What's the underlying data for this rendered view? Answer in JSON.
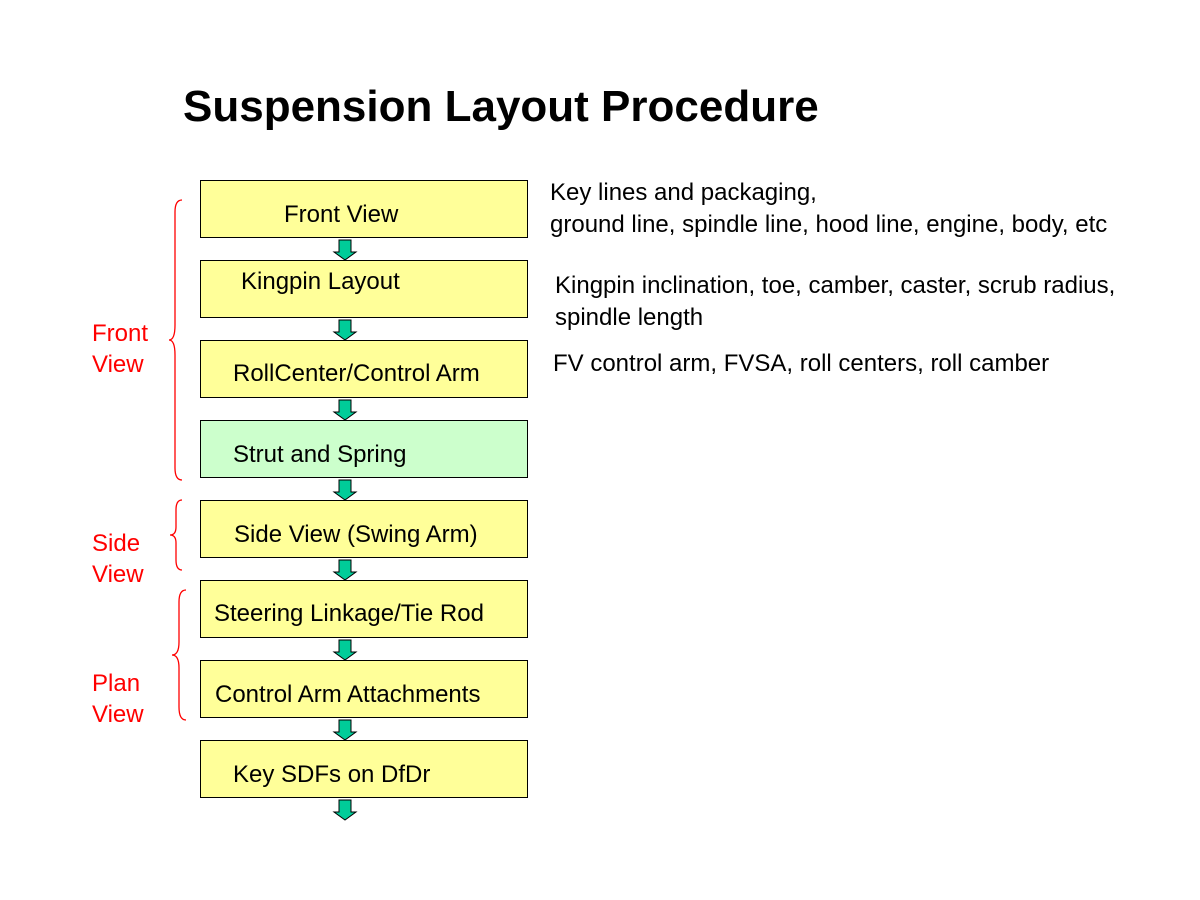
{
  "title": "Suspension Layout Procedure",
  "steps": [
    {
      "label": "Front View",
      "fill": "#ffff99"
    },
    {
      "label": "Kingpin Layout",
      "fill": "#ffff99"
    },
    {
      "label": "RollCenter/Control Arm",
      "fill": "#ffff99"
    },
    {
      "label": "Strut and Spring",
      "fill": "#ccffcc"
    },
    {
      "label": "Side View (Swing Arm)",
      "fill": "#ffff99"
    },
    {
      "label": "Steering Linkage/Tie Rod",
      "fill": "#ffff99"
    },
    {
      "label": "Control Arm Attachments",
      "fill": "#ffff99"
    },
    {
      "label": "Key SDFs on DfDr",
      "fill": "#ffff99"
    }
  ],
  "notes": [
    {
      "line1": "Key lines and packaging,",
      "line2": "ground line, spindle line, hood line, engine, body, etc"
    },
    {
      "line1": "Kingpin inclination, toe, camber, caster, scrub radius,",
      "line2": "spindle length"
    },
    {
      "line1": "FV control arm, FVSA, roll centers, roll camber",
      "line2": ""
    }
  ],
  "groups": [
    {
      "line1": "Front",
      "line2": "View"
    },
    {
      "line1": "Side",
      "line2": "View"
    },
    {
      "line1": "Plan",
      "line2": "View"
    }
  ],
  "colors": {
    "box_yellow": "#ffff99",
    "box_green": "#ccffcc",
    "arrow": "#00cc99",
    "group_label": "#ff0000",
    "brace": "#ff0000"
  }
}
